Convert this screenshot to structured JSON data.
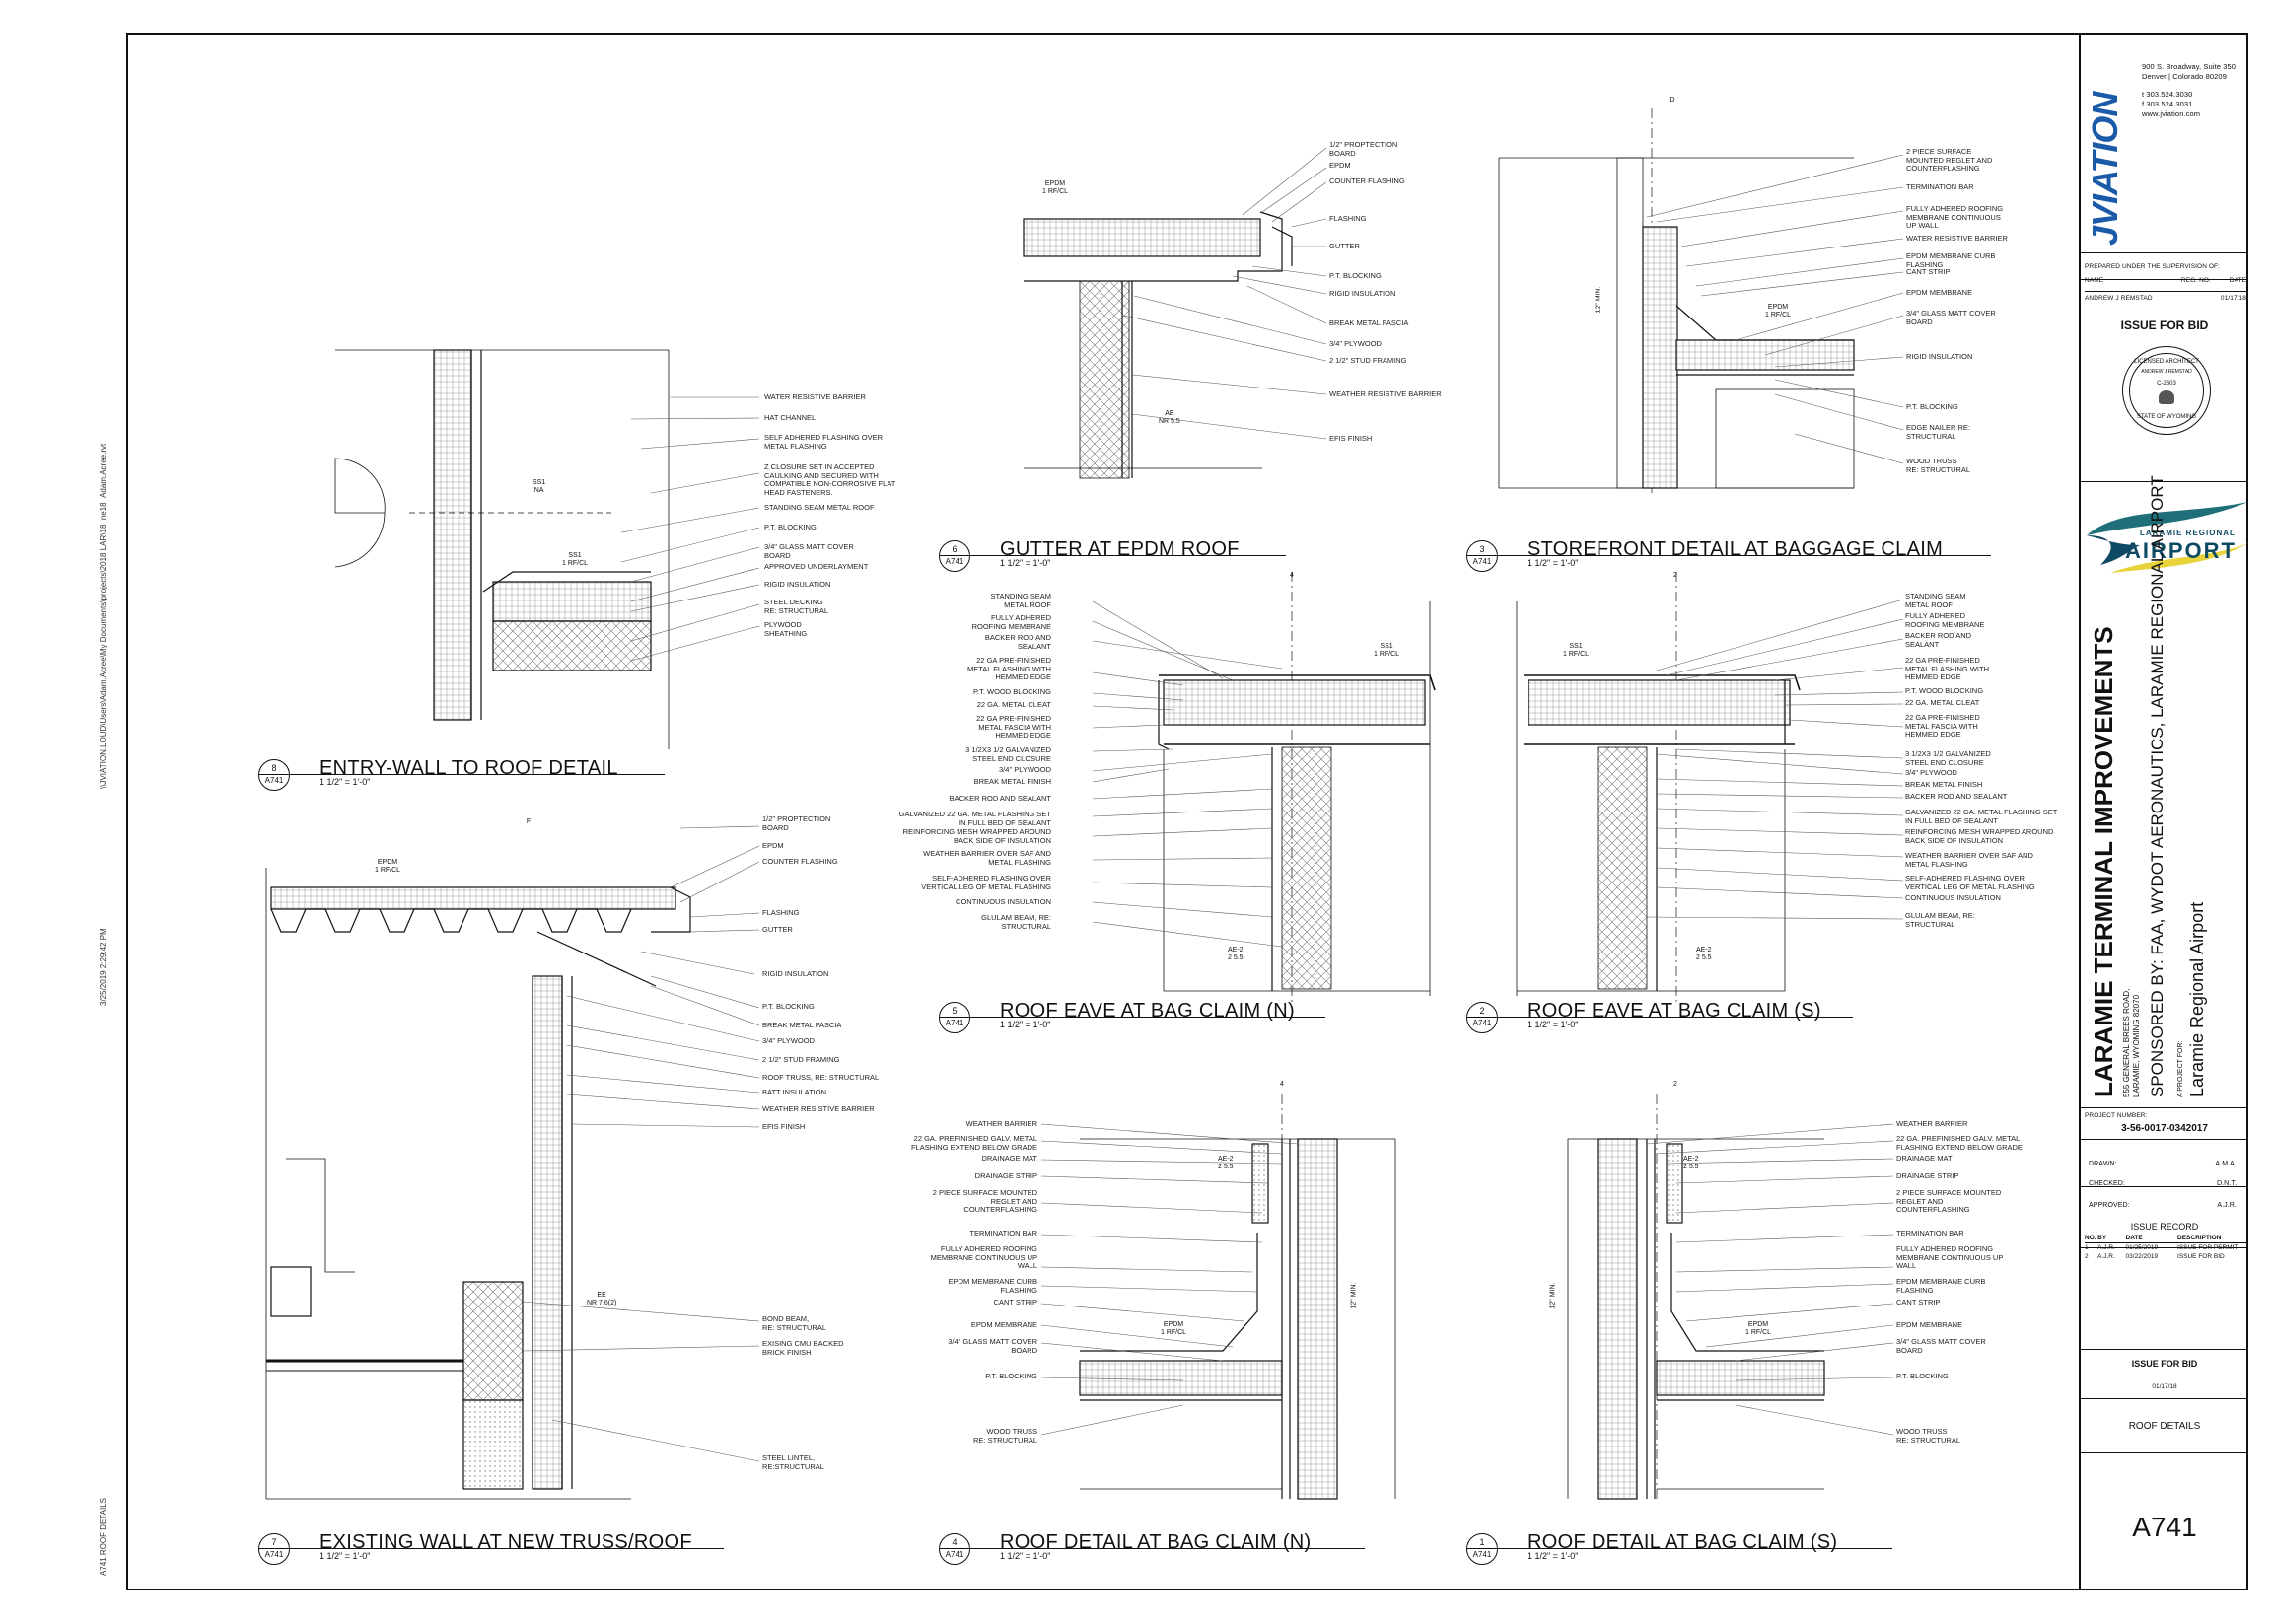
{
  "sheet_side": {
    "path": "\\\\JVIATION.LOUD\\Users\\Adam.Acree\\My Documents\\projects\\2018 LAR\\18_ne18_Adam.Acree.rvt",
    "date": "3/25/2019 2:29:42 PM",
    "sheet": "A741 ROOF DETAILS"
  },
  "firm": {
    "logo": "JVIATION",
    "address1": "900 S. Broadway, Suite 350",
    "address2": "Denver | Colorado 80209",
    "phone": "t 303.524.3030",
    "fax": "f 303.524.3031",
    "web": "www.jviation.com"
  },
  "supervision": {
    "heading": "PREPARED UNDER THE SUPERVISION OF:",
    "col_name": "NAME",
    "col_reg": "REG. NO.",
    "col_date": "DATE",
    "name": "ANDREW J REMSTAD",
    "date": "01/17/18"
  },
  "issue_for_bid": "ISSUE FOR BID",
  "seal": {
    "top": "LICENSED ARCHITECT",
    "name": "ANDREW J REMSTAD",
    "number": "C-2603",
    "bottom": "STATE OF WYOMING"
  },
  "client": {
    "line1": "LARAMIE REGIONAL",
    "line2": "AIRPORT"
  },
  "project": {
    "title": "LARAMIE TERMINAL IMPROVEMENTS",
    "address1": "555 GENERAL BREES ROAD,",
    "address2": "LARAMIE, WYOMING 82070",
    "sponsor": "SPONSORED BY: FAA, WYDOT AERONAUTICS, LARAMIE REGIONAL AIRPORT",
    "for_label": "A PROJECT FOR:",
    "for_name": "Laramie Regional Airport"
  },
  "project_number": {
    "label": "PROJECT NUMBER:",
    "value": "3-56-0017-0342017"
  },
  "signoff": {
    "drawn_label": "DRAWN:",
    "drawn": "A.M.A.",
    "checked_label": "CHECKED:",
    "checked": "D.N.T.",
    "approved_label": "APPROVED:",
    "approved": "A.J.R."
  },
  "issue_record": {
    "heading": "ISSUE RECORD",
    "headers": [
      "NO.",
      "BY",
      "DATE",
      "DESCRIPTION"
    ],
    "rows": [
      [
        "1",
        "A.J.R.",
        "01/25/2019",
        "ISSUE FOR PERMIT"
      ],
      [
        "2",
        "A.J.R.",
        "03/22/2019",
        "ISSUE FOR BID"
      ]
    ]
  },
  "issue_block": {
    "label": "ISSUE FOR BID",
    "date": "01/17/18"
  },
  "sheet_title": "ROOF DETAILS",
  "sheet_number": "A741",
  "details": [
    {
      "num": "8",
      "sheet": "A741",
      "title": "ENTRY-WALL TO ROOF DETAIL",
      "scale": "1 1/2\" = 1'-0\""
    },
    {
      "num": "7",
      "sheet": "A741",
      "title": "EXISTING WALL AT NEW TRUSS/ROOF",
      "scale": "1 1/2\" = 1'-0\""
    },
    {
      "num": "6",
      "sheet": "A741",
      "title": "GUTTER AT EPDM ROOF",
      "scale": "1 1/2\" = 1'-0\""
    },
    {
      "num": "5",
      "sheet": "A741",
      "title": "ROOF EAVE AT BAG CLAIM (N)",
      "scale": "1 1/2\" = 1'-0\""
    },
    {
      "num": "4",
      "sheet": "A741",
      "title": "ROOF DETAIL AT BAG CLAIM (N)",
      "scale": "1 1/2\" = 1'-0\""
    },
    {
      "num": "3",
      "sheet": "A741",
      "title": "STOREFRONT DETAIL AT BAGGAGE CLAIM",
      "scale": "1 1/2\" = 1'-0\""
    },
    {
      "num": "2",
      "sheet": "A741",
      "title": "ROOF EAVE AT BAG CLAIM (S)",
      "scale": "1 1/2\" = 1'-0\""
    },
    {
      "num": "1",
      "sheet": "A741",
      "title": "ROOF DETAIL AT BAG CLAIM (S)",
      "scale": "1 1/2\" = 1'-0\""
    }
  ],
  "notes": {
    "d8": [
      "WATER RESISTIVE BARRIER",
      "HAT CHANNEL",
      "SELF ADHERED FLASHING OVER\nMETAL FLASHING",
      "Z CLOSURE SET IN ACCEPTED\nCAULKING AND SECURED WITH\nCOMPATIBLE NON-CORROSIVE FLAT\nHEAD FASTENERS.",
      "STANDING SEAM METAL ROOF",
      "P.T. BLOCKING",
      "3/4\" GLASS MATT COVER\nBOARD",
      "APPROVED UNDERLAYMENT",
      "RIGID INSULATION",
      "STEEL DECKING\nRE: STRUCTURAL",
      "PLYWOOD\nSHEATHING"
    ],
    "d7a": [
      "1/2\" PROPTECTION\nBOARD",
      "EPDM",
      "COUNTER FLASHING",
      "FLASHING",
      "GUTTER",
      "RIGID INSULATION",
      "P.T. BLOCKING",
      "BREAK METAL FASCIA",
      "3/4\" PLYWOOD",
      "2 1/2\" STUD FRAMING",
      "ROOF TRUSS, RE: STRUCTURAL",
      "BATT INSULATION",
      "WEATHER RESISTIVE BARRIER",
      "EFIS FINISH"
    ],
    "d7b": [
      "BOND BEAM,\nRE: STRUCTURAL",
      "EXISING CMU BACKED\nBRICK FINISH",
      "STEEL LINTEL,\nRE:STRUCTURAL"
    ],
    "d6": [
      "1/2\" PROPTECTION\nBOARD",
      "EPDM",
      "COUNTER FLASHING",
      "FLASHING",
      "GUTTER",
      "P.T. BLOCKING",
      "RIGID INSULATION",
      "BREAK METAL FASCIA",
      "3/4\" PLYWOOD",
      "2 1/2\" STUD FRAMING",
      "WEATHER RESISTIVE BARRIER",
      "EFIS FINISH"
    ],
    "d3": [
      "2 PIECE SURFACE\nMOUNTED REGLET AND\nCOUNTERFLASHING",
      "TERMINATION BAR",
      "FULLY ADHERED ROOFING\nMEMBRANE CONTINUOUS\nUP WALL",
      "WATER RESISTIVE BARRIER",
      "EPDM MEMBRANE CURB\nFLASHING",
      "CANT STRIP",
      "EPDM MEMBRANE",
      "3/4\" GLASS MATT COVER\nBOARD",
      "RIGID INSULATION",
      "P.T. BLOCKING",
      "EDGE NAILER RE:\nSTRUCTURAL",
      "WOOD TRUSS\nRE: STRUCTURAL"
    ],
    "eave": [
      "STANDING SEAM\nMETAL ROOF",
      "FULLY ADHERED\nROOFING MEMBRANE",
      "BACKER ROD AND\nSEALANT",
      "22 GA PRE-FINISHED\nMETAL FLASHING WITH\nHEMMED EDGE",
      "P.T. WOOD BLOCKING",
      "22 GA. METAL CLEAT",
      "22 GA PRE-FINISHED\nMETAL FASCIA WITH\nHEMMED EDGE",
      "3 1/2X3 1/2 GALVANIZED\nSTEEL END CLOSURE",
      "3/4\" PLYWOOD",
      "BREAK METAL FINISH",
      "BACKER ROD AND SEALANT",
      "GALVANIZED 22 GA. METAL FLASHING SET\nIN FULL BED OF SEALANT",
      "REINFORCING MESH WRAPPED AROUND\nBACK SIDE OF INSULATION",
      "WEATHER BARRIER OVER SAF AND\nMETAL FLASHING",
      "SELF-ADHERED FLASHING OVER\nVERTICAL LEG OF METAL FLASHING",
      "CONTINUOUS INSULATION",
      "GLULAM BEAM, RE:\nSTRUCTURAL"
    ],
    "roof": [
      "WEATHER BARRIER",
      "22 GA. PREFINISHED GALV. METAL\nFLASHING EXTEND BELOW GRADE",
      "DRAINAGE MAT",
      "DRAINAGE STRIP",
      "2 PIECE SURFACE MOUNTED\nREGLET AND\nCOUNTERFLASHING",
      "TERMINATION BAR",
      "FULLY ADHERED ROOFING\nMEMBRANE CONTINUOUS UP\nWALL",
      "EPDM MEMBRANE CURB\nFLASHING",
      "CANT STRIP",
      "EPDM MEMBRANE",
      "3/4\" GLASS MATT COVER\nBOARD",
      "P.T. BLOCKING",
      "WOOD TRUSS\nRE: STRUCTURAL"
    ]
  },
  "tags": {
    "epdm": "EPDM",
    "rfcl": "1 RF/CL",
    "ss1": "SS1",
    "ss1_na": "NA",
    "ae": "AE",
    "ae_sub": "NR  5.5",
    "ae2": "AE-2",
    "ae2_sub": "2   5.5",
    "ee": "EE",
    "ee_sub": "NR  7.6(2)",
    "grid_d": "D",
    "grid_f": "F",
    "grid_4": "4",
    "grid_2": "2",
    "min12": "12\" MIN."
  }
}
